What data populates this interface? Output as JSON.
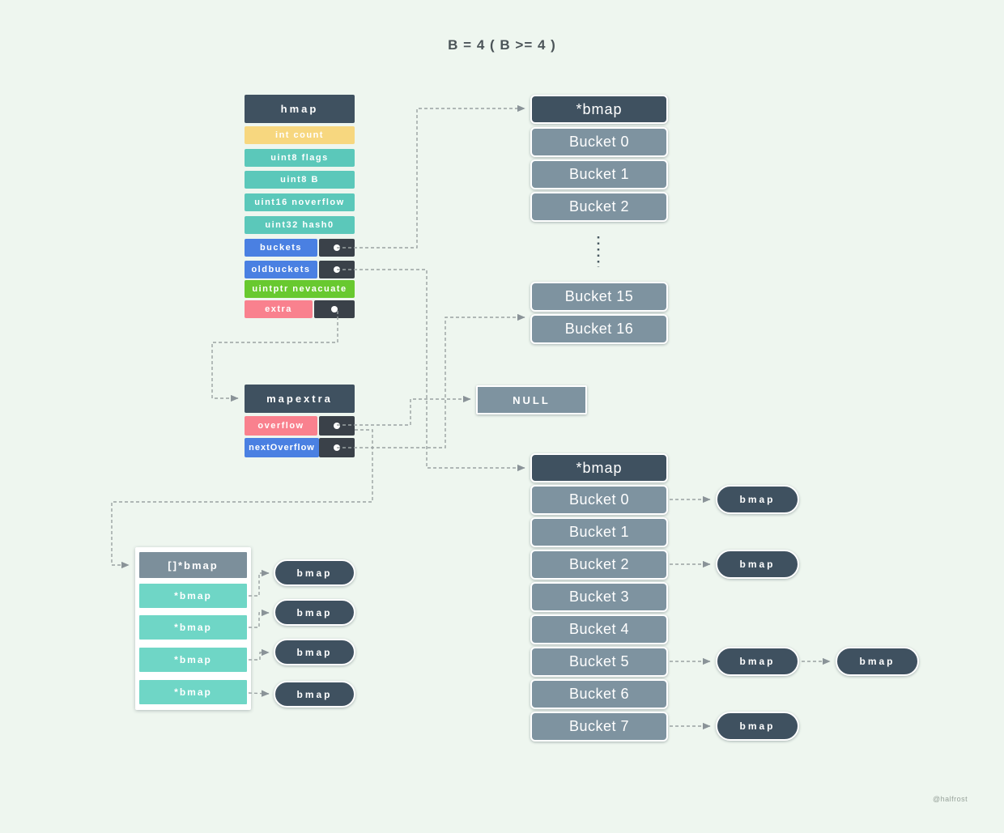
{
  "title": "B = 4 ( B >= 4 )",
  "watermark": "@halfrost",
  "colors": {
    "background": "#eef6ef",
    "dark_slate": "#3f5160",
    "pointer_cell": "#3a4149",
    "bucket_gray": "#7e93a0",
    "header_gray": "#7c8f9b",
    "teal": "#5bc8ba",
    "teal_light": "#6fd6c6",
    "yellow": "#f7d77f",
    "blue": "#4a80e2",
    "green": "#68c92f",
    "pink": "#f9818e",
    "connector": "#9aa2a2"
  },
  "hmap": {
    "header": "hmap",
    "fields": [
      {
        "label": "int count",
        "color": "yellow"
      },
      {
        "label": "uint8 flags",
        "color": "teal"
      },
      {
        "label": "uint8 B",
        "color": "teal"
      },
      {
        "label": "uint16 noverflow",
        "color": "teal"
      },
      {
        "label": "uint32 hash0",
        "color": "teal"
      },
      {
        "label": "buckets",
        "color": "blue",
        "pointer": true
      },
      {
        "label": "oldbuckets",
        "color": "blue",
        "pointer": true
      },
      {
        "label": "uintptr nevacuate",
        "color": "green"
      },
      {
        "label": "extra",
        "color": "pink",
        "pointer": true
      }
    ]
  },
  "new_bucket_array": {
    "header": "*bmap",
    "rows": [
      "Bucket 0",
      "Bucket 1",
      "Bucket 2"
    ],
    "tail_rows": [
      "Bucket 15",
      "Bucket 16"
    ]
  },
  "mapextra": {
    "header": "mapextra",
    "fields": [
      {
        "label": "overflow",
        "color": "pink",
        "pointer": true
      },
      {
        "label": "nextOverflow",
        "color": "blue",
        "pointer": true
      }
    ]
  },
  "null_box": {
    "label": "NULL"
  },
  "old_bucket_array": {
    "header": "*bmap",
    "rows": [
      "Bucket 0",
      "Bucket 1",
      "Bucket 2",
      "Bucket 3",
      "Bucket 4",
      "Bucket 5",
      "Bucket 6",
      "Bucket 7"
    ]
  },
  "overflow_slice": {
    "header": "[]*bmap",
    "rows": [
      "*bmap",
      "*bmap",
      "*bmap",
      "*bmap"
    ]
  },
  "pill_label": "bmap"
}
